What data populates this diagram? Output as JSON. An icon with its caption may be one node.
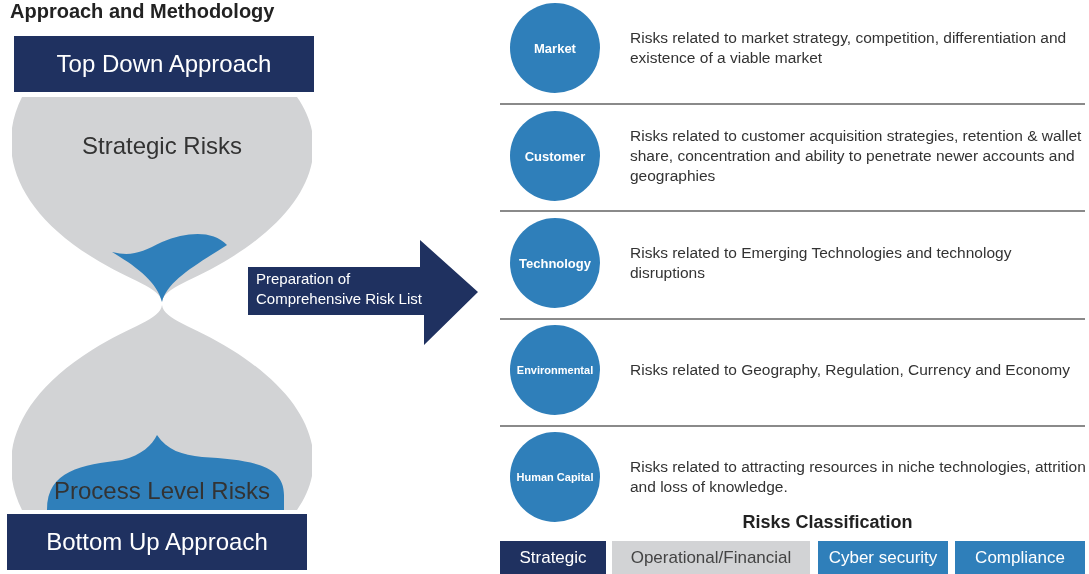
{
  "diagram": {
    "title": "Approach and Methodology",
    "nodes": [
      {
        "text": [
          "Top Down Approach"
        ]
      },
      {
        "text": [
          "Strategic Risks"
        ]
      },
      {
        "text": [
          "Process Level Risks"
        ]
      },
      {
        "text": [
          "Bottom Up Approach"
        ]
      },
      {
        "text": [
          "Preparation of Comprehensive Risk List"
        ]
      },
      {
        "text": [
          "Market"
        ],
        "beside": [
          "Risks related to market strategy, competition, differentiation and existence of a viable market"
        ]
      },
      {
        "text": [
          "Customer"
        ],
        "beside": [
          "Risks related to customer acquisition strategies, retention & wallet share, concentration and ability to penetrate newer accounts and geographies"
        ]
      },
      {
        "text": [
          "Technology"
        ],
        "beside": [
          "Risks related to Emerging Technologies and technology disruptions"
        ]
      },
      {
        "text": [
          "Environmental"
        ],
        "beside": [
          "Risks related to Geography, Regulation, Currency and Economy"
        ]
      },
      {
        "text": [
          "Human Capital"
        ],
        "beside": [
          "Risks related to attracting resources in niche technologies, attrition and loss of knowledge."
        ]
      },
      {
        "text": [
          "Strategic"
        ]
      },
      {
        "text": [
          "Operational/Financial"
        ]
      },
      {
        "text": [
          "Cyber security"
        ]
      },
      {
        "text": [
          "Compliance"
        ]
      }
    ],
    "labels": [
      "Risks Classification"
    ]
  }
}
